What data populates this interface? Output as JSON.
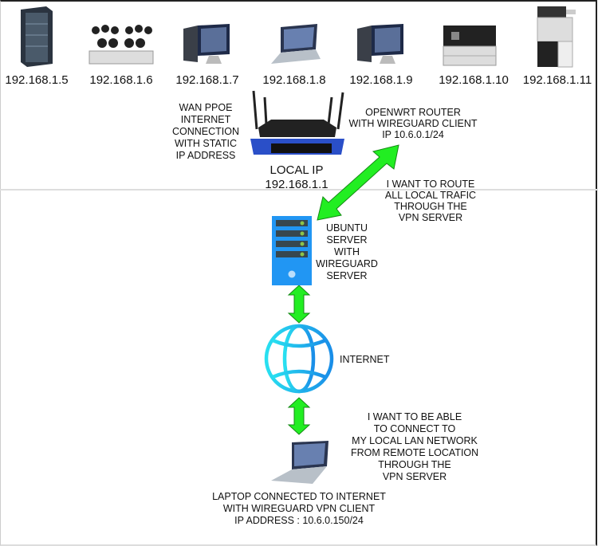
{
  "devices": [
    {
      "ip": "192.168.1.5",
      "icon": "server-rack"
    },
    {
      "ip": "192.168.1.6",
      "icon": "cctv-nvr"
    },
    {
      "ip": "192.168.1.7",
      "icon": "desktop-pc"
    },
    {
      "ip": "192.168.1.8",
      "icon": "laptop"
    },
    {
      "ip": "192.168.1.9",
      "icon": "desktop-pc"
    },
    {
      "ip": "192.168.1.10",
      "icon": "printer"
    },
    {
      "ip": "192.168.1.11",
      "icon": "copier"
    }
  ],
  "router": {
    "wan_note": [
      "WAN PPOE",
      "INTERNET",
      "CONNECTION",
      "WITH STATIC",
      "IP ADDRESS"
    ],
    "local_ip_label": "LOCAL IP",
    "local_ip": "192.168.1.1",
    "description": [
      "OPENWRT ROUTER",
      "WITH WIREGUARD CLIENT",
      "IP 10.6.0.1/24"
    ],
    "route_note": [
      "I WANT TO ROUTE",
      "ALL LOCAL TRAFIC",
      "THROUGH THE",
      "VPN SERVER"
    ]
  },
  "server": {
    "label": [
      "UBUNTU",
      "SERVER",
      "WITH",
      "WIREGUARD",
      "SERVER"
    ]
  },
  "internet": {
    "label": "INTERNET"
  },
  "remote": {
    "note": [
      "I WANT TO BE ABLE",
      "TO CONNECT TO",
      "MY LOCAL LAN NETWORK",
      "FROM REMOTE LOCATION",
      "THROUGH THE",
      "VPN SERVER"
    ],
    "label": [
      "LAPTOP CONNECTED TO INTERNET",
      "WITH WIREGUARD VPN CLIENT",
      "IP ADDRESS : 10.6.0.150/24"
    ]
  },
  "colors": {
    "arrow": "#22ee22",
    "server": "#2196f3",
    "globe": "#1ec8f0",
    "router": "#2a4fc8"
  }
}
